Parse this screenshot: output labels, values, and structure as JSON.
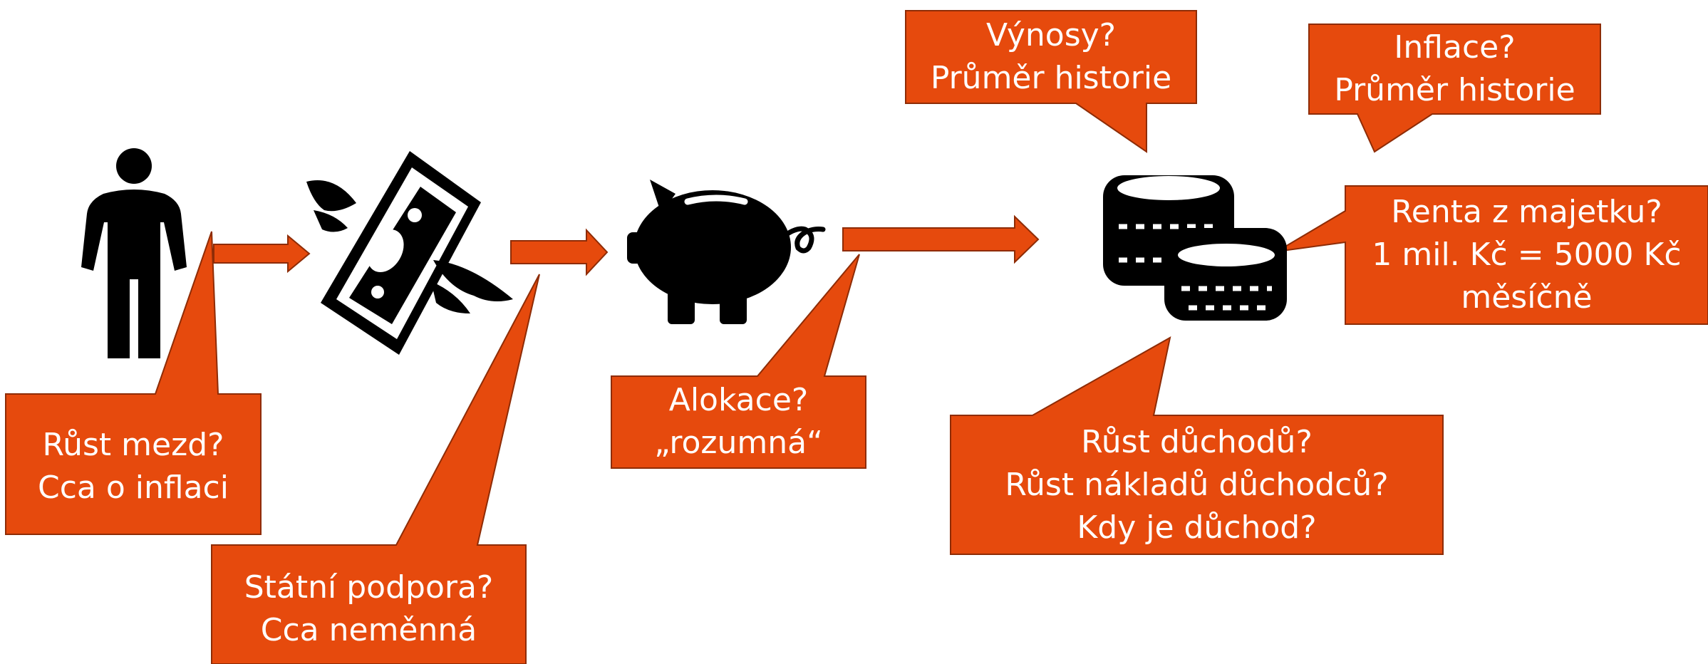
{
  "colors": {
    "callout_fill": "#E64A0D",
    "callout_stroke": "#8E2C06",
    "icon": "#000000"
  },
  "icons": [
    "person-icon",
    "flying-money-icon",
    "piggy-bank-icon",
    "coins-stack-icon"
  ],
  "callouts": {
    "wages": {
      "line1": "Růst mezd?",
      "line2": "Cca o inflaci"
    },
    "state_support": {
      "line1": "Státní podpora?",
      "line2": "Cca neměnná"
    },
    "allocation": {
      "line1": "Alokace?",
      "line2": "„rozumná“"
    },
    "returns": {
      "line1": "Výnosy?",
      "line2": "Průměr historie"
    },
    "inflation": {
      "line1": "Inflace?",
      "line2": "Průměr historie"
    },
    "rent": {
      "line1": "Renta z majetku?",
      "line2": "1 mil. Kč = 5000 Kč",
      "line3": "měsíčně"
    },
    "pensions": {
      "line1": "Růst důchodů?",
      "line2": "Růst nákladů důchodců?",
      "line3": "Kdy je důchod?"
    }
  }
}
